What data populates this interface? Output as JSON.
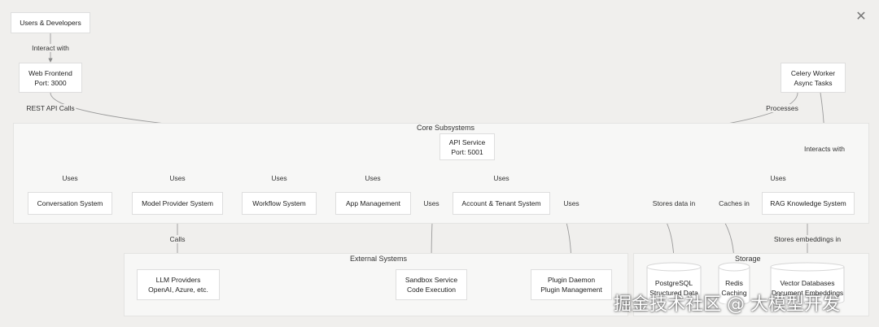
{
  "close_icon": "close-icon",
  "groups": {
    "core": "Core Subsystems",
    "external": "External Systems",
    "storage": "Storage"
  },
  "nodes": {
    "users": [
      "Users & Developers"
    ],
    "web": [
      "Web Frontend",
      "Port: 3000"
    ],
    "celery": [
      "Celery Worker",
      "Async Tasks"
    ],
    "api": [
      "API Service",
      "Port: 5001"
    ],
    "conv": [
      "Conversation System"
    ],
    "model": [
      "Model Provider System"
    ],
    "workflow": [
      "Workflow System"
    ],
    "app": [
      "App Management"
    ],
    "account": [
      "Account & Tenant System"
    ],
    "rag": [
      "RAG Knowledge System"
    ],
    "llm": [
      "LLM Providers",
      "OpenAI, Azure, etc."
    ],
    "sandbox": [
      "Sandbox Service",
      "Code Execution"
    ],
    "plugin": [
      "Plugin Daemon",
      "Plugin Management"
    ],
    "pg": [
      "PostgreSQL",
      "Structured Data"
    ],
    "redis": [
      "Redis",
      "Caching"
    ],
    "vector": [
      "Vector Databases",
      "Document Embeddings"
    ]
  },
  "edges": {
    "interact_with": "Interact with",
    "rest_api_calls": "REST API Calls",
    "processes": "Processes",
    "interacts_with": "Interacts with",
    "uses": "Uses",
    "stores_data_in": "Stores data in",
    "caches_in": "Caches in",
    "calls": "Calls",
    "stores_embeddings_in": "Stores embeddings in"
  },
  "watermark": "掘金技术社区 @ 大模型开发"
}
